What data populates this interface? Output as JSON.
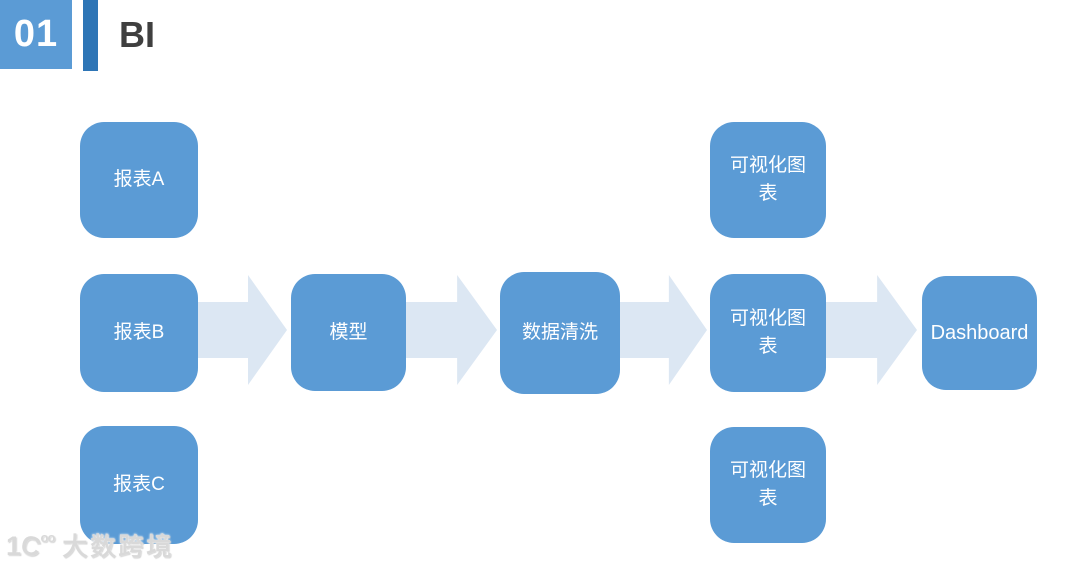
{
  "header": {
    "index": "01",
    "title": "BI"
  },
  "diagram": {
    "type": "flowchart",
    "direction": "left-to-right",
    "nodes": [
      {
        "id": "report-a",
        "label": "报表A",
        "role": "input"
      },
      {
        "id": "report-b",
        "label": "报表B",
        "role": "input"
      },
      {
        "id": "report-c",
        "label": "报表C",
        "role": "input"
      },
      {
        "id": "model",
        "label": "模型",
        "role": "process"
      },
      {
        "id": "data-cleaning",
        "label": "数据清洗",
        "role": "process"
      },
      {
        "id": "viz-top",
        "label": "可视化图表",
        "role": "output"
      },
      {
        "id": "viz-mid",
        "label": "可视化图表",
        "role": "output"
      },
      {
        "id": "viz-bottom",
        "label": "可视化图表",
        "role": "output"
      },
      {
        "id": "dashboard",
        "label": "Dashboard",
        "role": "output"
      }
    ],
    "edges": [
      {
        "from": "report-b",
        "to": "model"
      },
      {
        "from": "model",
        "to": "data-cleaning"
      },
      {
        "from": "data-cleaning",
        "to": "viz-mid"
      },
      {
        "from": "viz-mid",
        "to": "dashboard"
      }
    ]
  },
  "watermark": {
    "logo_main": "1",
    "logo_swoosh": "C",
    "logo_sup": "oo",
    "brand": "大数跨境"
  },
  "colors": {
    "node_fill": "#5B9BD5",
    "node_text": "#FFFFFF",
    "arrow_fill": "#DCE7F3",
    "header_square": "#5B9BD5",
    "header_bar": "#2E75B6",
    "title_text": "#3F3F3F",
    "background": "#FFFFFF",
    "watermark_text": "#D9D9D9"
  }
}
